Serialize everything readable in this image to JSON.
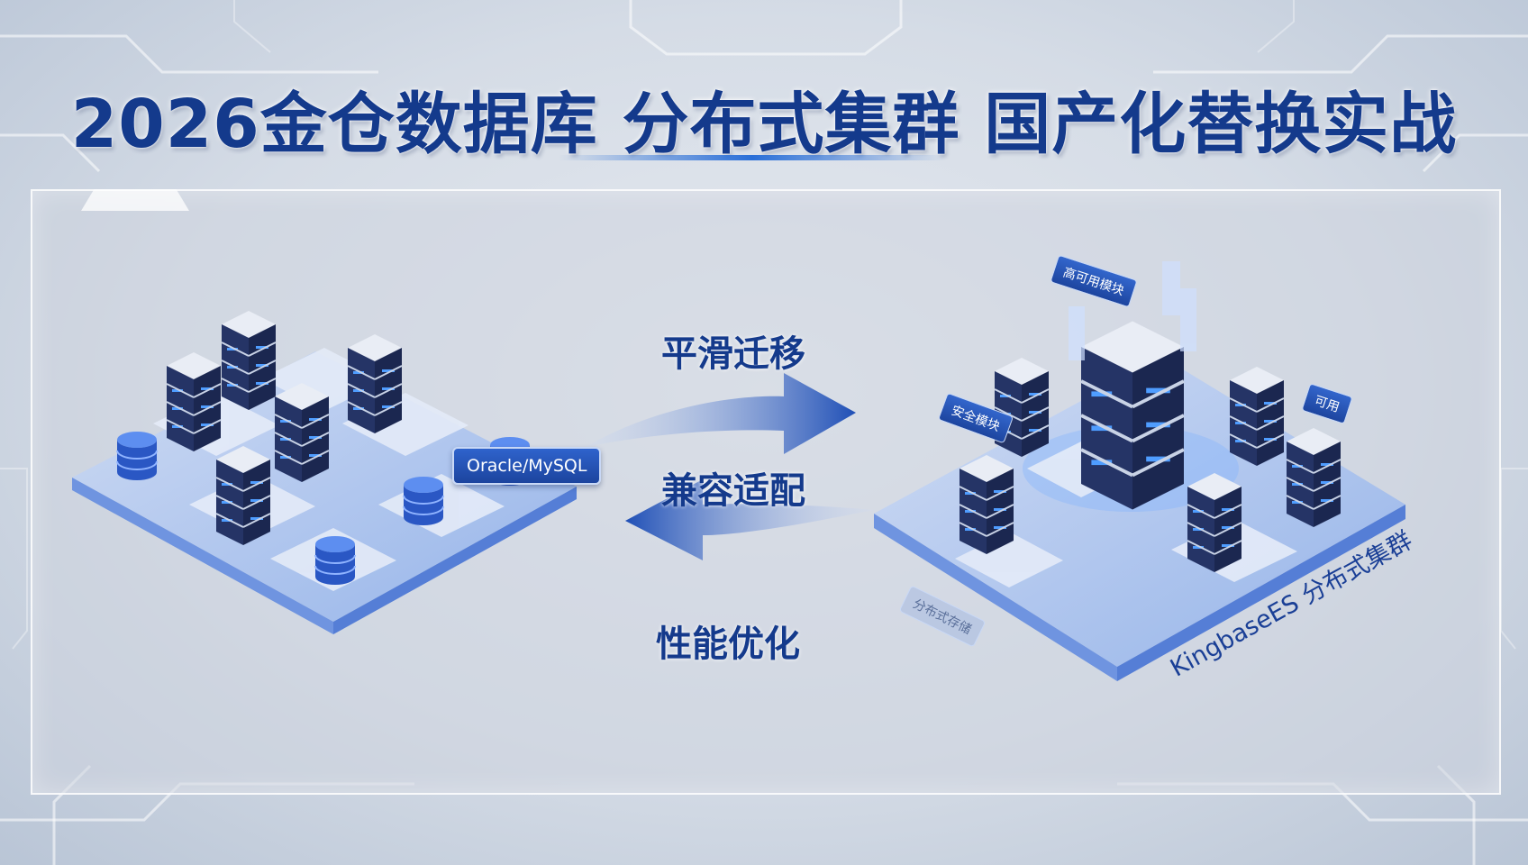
{
  "title": "2026金仓数据库 分布式集群 国产化替换实战",
  "flow": {
    "top_label": "平滑迁移",
    "middle_label": "兼容适配",
    "bottom_label": "性能优化"
  },
  "source": {
    "tag": "Oracle/MySQL"
  },
  "target": {
    "label": "KingbaseES 分布式集群",
    "tags": [
      "高可用模块",
      "安全模块",
      "可用",
      "分布式存储"
    ]
  },
  "colors": {
    "title": "#143a8c",
    "accent_blue": "#2a6fd8",
    "arrow_blue": "#1f4fb6",
    "server_dark": "#1e2b5a",
    "panel_bg": "#cdd4de"
  }
}
